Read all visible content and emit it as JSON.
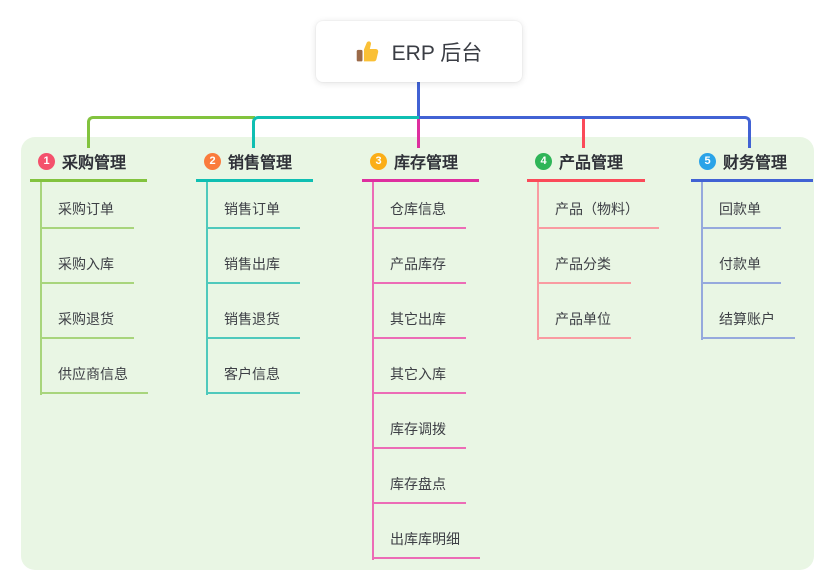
{
  "root": {
    "title": "ERP 后台",
    "icon": "thumbs-up-icon",
    "stem_color": "#4162d4"
  },
  "panel": {
    "background_color": "#e9f6e4"
  },
  "branches": [
    {
      "number": "1",
      "label": "采购管理",
      "circle_color": "#f4516c",
      "line_color": "#82c33e",
      "child_line_color": "#a8d57c",
      "children": [
        "采购订单",
        "采购入库",
        "采购退货",
        "供应商信息"
      ]
    },
    {
      "number": "2",
      "label": "销售管理",
      "circle_color": "#fa7b3c",
      "line_color": "#0fbfb2",
      "child_line_color": "#4fc9bc",
      "children": [
        "销售订单",
        "销售出库",
        "销售退货",
        "客户信息"
      ]
    },
    {
      "number": "3",
      "label": "库存管理",
      "circle_color": "#fbae17",
      "line_color": "#de2f9f",
      "child_line_color": "#ec6cb6",
      "children": [
        "仓库信息",
        "产品库存",
        "其它出库",
        "其它入库",
        "库存调拨",
        "库存盘点",
        "出库库明细"
      ]
    },
    {
      "number": "4",
      "label": "产品管理",
      "circle_color": "#2fb558",
      "line_color": "#fb4a59",
      "child_line_color": "#f99ba1",
      "children": [
        "产品（物料）",
        "产品分类",
        "产品单位"
      ]
    },
    {
      "number": "5",
      "label": "财务管理",
      "circle_color": "#2aa3e8",
      "line_color": "#4162d4",
      "child_line_color": "#96a9dd",
      "children": [
        "回款单",
        "付款单",
        "结算账户"
      ]
    }
  ]
}
